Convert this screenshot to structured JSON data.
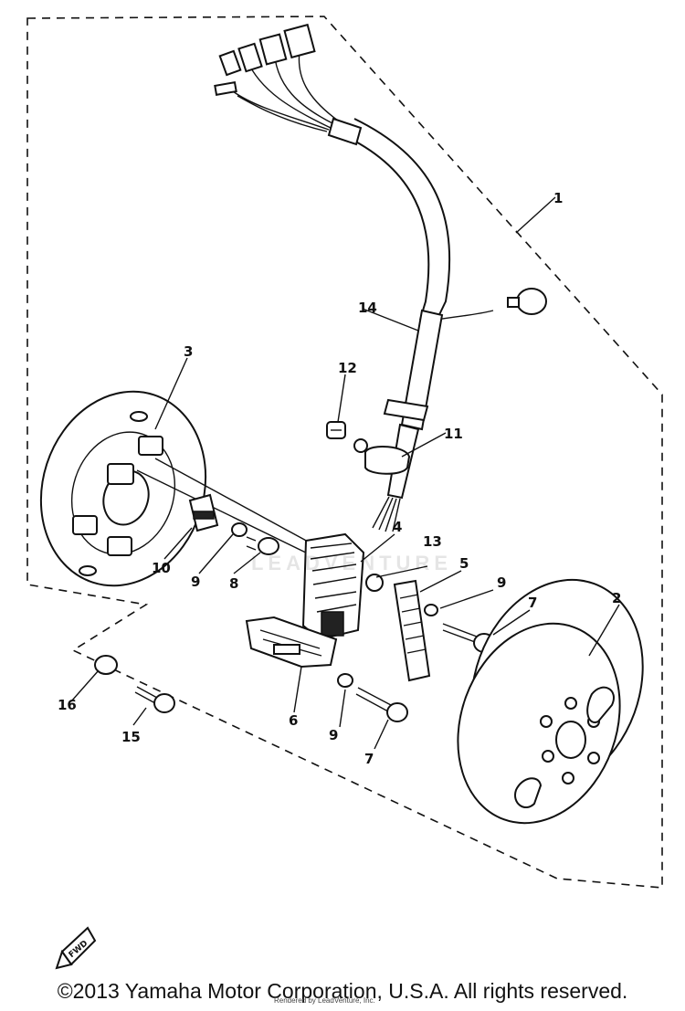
{
  "parts": {
    "p1": "1",
    "p2": "2",
    "p3": "3",
    "p4": "4",
    "p5": "5",
    "p6": "6",
    "p7a": "7",
    "p7b": "7",
    "p8": "8",
    "p9a": "9",
    "p9b": "9",
    "p9c": "9",
    "p10": "10",
    "p11": "11",
    "p12": "12",
    "p13": "13",
    "p14": "14",
    "p15": "15",
    "p16": "16"
  },
  "fwd_label": "FWD",
  "watermark": "LEADVENTURE",
  "copyright": "©2013 Yamaha Motor Corporation, U.S.A. All rights reserved.",
  "rendered_by": "Rendered by LeadVenture, Inc."
}
